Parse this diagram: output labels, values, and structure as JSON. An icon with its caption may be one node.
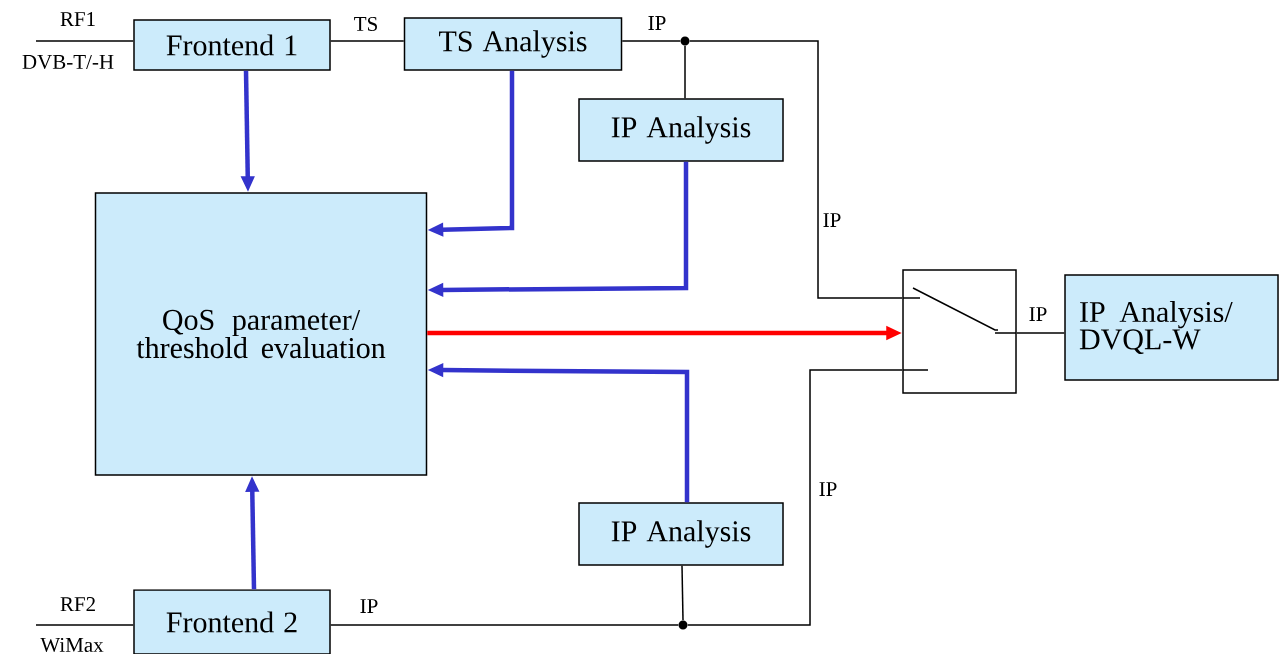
{
  "diagram": {
    "nodes": [
      {
        "text": [
          "Frontend 1"
        ]
      },
      {
        "text": [
          "TS Analysis"
        ]
      },
      {
        "text": [
          "IP Analysis"
        ]
      },
      {
        "text": [
          "QoS parameter/ threshold evaluation"
        ]
      },
      {
        "text": [],
        "shape": "box"
      },
      {
        "text": [
          "IP Analysis/ DVQL-W"
        ]
      },
      {
        "text": [
          "IP Analysis"
        ]
      },
      {
        "text": [
          "Frontend 2"
        ]
      },
      {
        "text": [],
        "shape": "circle"
      },
      {
        "text": [],
        "shape": "circle"
      }
    ],
    "edges": [
      {
        "from": null,
        "to": 0,
        "arrow": "none",
        "label": "RF1"
      },
      {
        "from": 0,
        "to": 1,
        "arrow": "none",
        "label": "TS"
      },
      {
        "from": 1,
        "to": 8,
        "arrow": "none",
        "label": "IP"
      },
      {
        "from": 8,
        "to": 2,
        "arrow": "none"
      },
      {
        "from": 8,
        "to": 4,
        "arrow": "none",
        "label": "IP"
      },
      {
        "from": 4,
        "to": 5,
        "arrow": "none",
        "label": "IP"
      },
      {
        "from": 0,
        "to": 3,
        "arrow": "to",
        "style": "thick",
        "color": "#3333cc"
      },
      {
        "from": 1,
        "to": 3,
        "arrow": "to",
        "style": "thick",
        "color": "#3333cc"
      },
      {
        "from": 2,
        "to": 3,
        "arrow": "to",
        "style": "thick",
        "color": "#3333cc"
      },
      {
        "from": 3,
        "to": 4,
        "arrow": "to",
        "style": "thick",
        "color": "#ff0000"
      },
      {
        "from": 6,
        "to": 3,
        "arrow": "to",
        "style": "thick",
        "color": "#3333cc"
      },
      {
        "from": 7,
        "to": 3,
        "arrow": "to",
        "style": "thick",
        "color": "#3333cc"
      },
      {
        "from": null,
        "to": 7,
        "arrow": "none",
        "label": "RF2"
      },
      {
        "from": 7,
        "to": 9,
        "arrow": "none",
        "label": "IP"
      },
      {
        "from": 6,
        "to": 9,
        "arrow": "none"
      },
      {
        "from": 9,
        "to": 4,
        "arrow": "none",
        "label": "IP"
      }
    ],
    "labels": [
      "DVB-T/-H",
      "WiMax"
    ]
  }
}
